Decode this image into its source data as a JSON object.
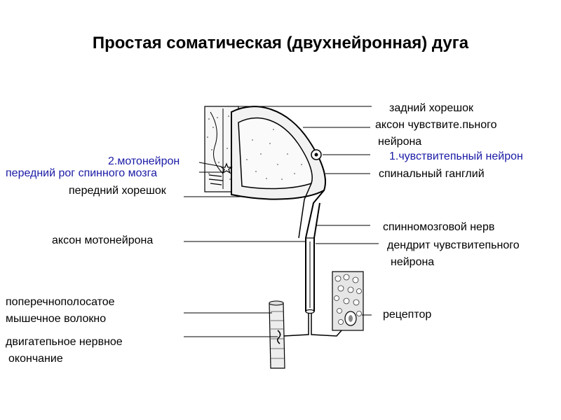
{
  "title": "Простая соматическая (двухнейронная) дуга",
  "colors": {
    "highlight_labels": "#1a1aa6",
    "lines": "#000000"
  },
  "labels": {
    "posterior_root": "задний хорешок",
    "sensory_axon_1": "аксон чувствите.пьного",
    "sensory_axon_2": "нейрона",
    "sensory_neuron": "1.чувствитепьный нейрон",
    "spinal_ganglion": "спинальный ганглий",
    "spinal_nerve": "спинномозговой нерв",
    "sensory_dendrite_1": "дендрит чувствитепьного",
    "sensory_dendrite_2": "нейрона",
    "receptor": "рецептор",
    "motoneuron": "2.мотонейрон",
    "anterior_horn": "передний рог спинного мозга",
    "anterior_root": "передний хорешок",
    "motor_axon": "аксон мотонейрона",
    "muscle_fiber_1": "поперечнополосатое",
    "muscle_fiber_2": "мышечное волокно",
    "motor_ending_1": "двигатепьное нервное",
    "motor_ending_2": "окончание"
  }
}
